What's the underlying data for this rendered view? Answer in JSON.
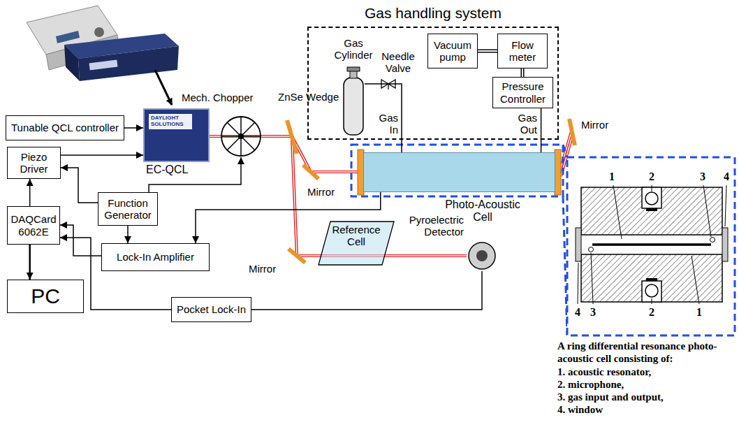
{
  "diagram": {
    "nodes": [
      {
        "text": [
          "Gas handling system"
        ]
      },
      {
        "text": [
          "Gas Cylinder"
        ],
        "in": 0
      },
      {
        "text": [
          "Vacuum pump"
        ],
        "in": 0
      },
      {
        "text": [
          "Flow meter"
        ],
        "in": 0
      },
      {
        "text": [
          "Pressure Controller"
        ],
        "in": 0
      },
      {
        "text": [
          "Tunable QCL controller"
        ]
      },
      {
        "text": [
          "DAYLIGHT SOLUTIONS",
          "EC-QCL"
        ]
      },
      {
        "text": [
          "Mech. Chopper"
        ]
      },
      {
        "text": [
          "Piezo Driver"
        ]
      },
      {
        "text": [
          "Function Generator"
        ]
      },
      {
        "text": [
          "DAQCard 6062E"
        ]
      },
      {
        "text": [
          "Photo-Acoustic Cell"
        ]
      },
      {
        "text": [
          "Lock-In Amplifier"
        ]
      },
      {
        "text": [
          "PC"
        ]
      },
      {
        "text": [
          "Reference Cell"
        ]
      },
      {
        "text": [
          "Pyroelectric Detector"
        ]
      },
      {
        "text": [
          "Pocket Lock-In"
        ]
      }
    ],
    "edges": [
      {
        "from": 1,
        "to": 11,
        "arrow": "none",
        "label": "Gas In"
      },
      {
        "from": 4,
        "to": 11,
        "arrow": "none",
        "label": "Gas Out"
      },
      {
        "from": 2,
        "to": 3,
        "arrow": "none"
      },
      {
        "from": 3,
        "to": 4,
        "arrow": "none"
      },
      {
        "from": 5,
        "to": 6,
        "arrow": "to"
      },
      {
        "from": 8,
        "to": 6,
        "arrow": "to"
      },
      {
        "from": 9,
        "to": 8,
        "arrow": "to"
      },
      {
        "from": 9,
        "to": 7,
        "arrow": "to"
      },
      {
        "from": 9,
        "to": 12,
        "arrow": "to"
      },
      {
        "from": 11,
        "to": 12,
        "arrow": "to"
      },
      {
        "from": 12,
        "to": 10,
        "arrow": "to"
      },
      {
        "from": 10,
        "to": 8,
        "arrow": "to"
      },
      {
        "from": 16,
        "to": 10,
        "arrow": "to"
      },
      {
        "from": 10,
        "to": 13,
        "arrow": "to"
      },
      {
        "from": 15,
        "to": 16,
        "arrow": "none"
      }
    ],
    "labels": [
      "Needle Valve",
      "ZnSe Wedge",
      "Mirror",
      "Mirror",
      "Mirror",
      "1",
      "2",
      "3",
      "4",
      "4",
      "3",
      "2",
      "1",
      "A ring differential resonance photo-acoustic cell consisting of:",
      "1. acoustic resonator,",
      "2. microphone,",
      "3. gas input and output,",
      "4. window"
    ]
  }
}
